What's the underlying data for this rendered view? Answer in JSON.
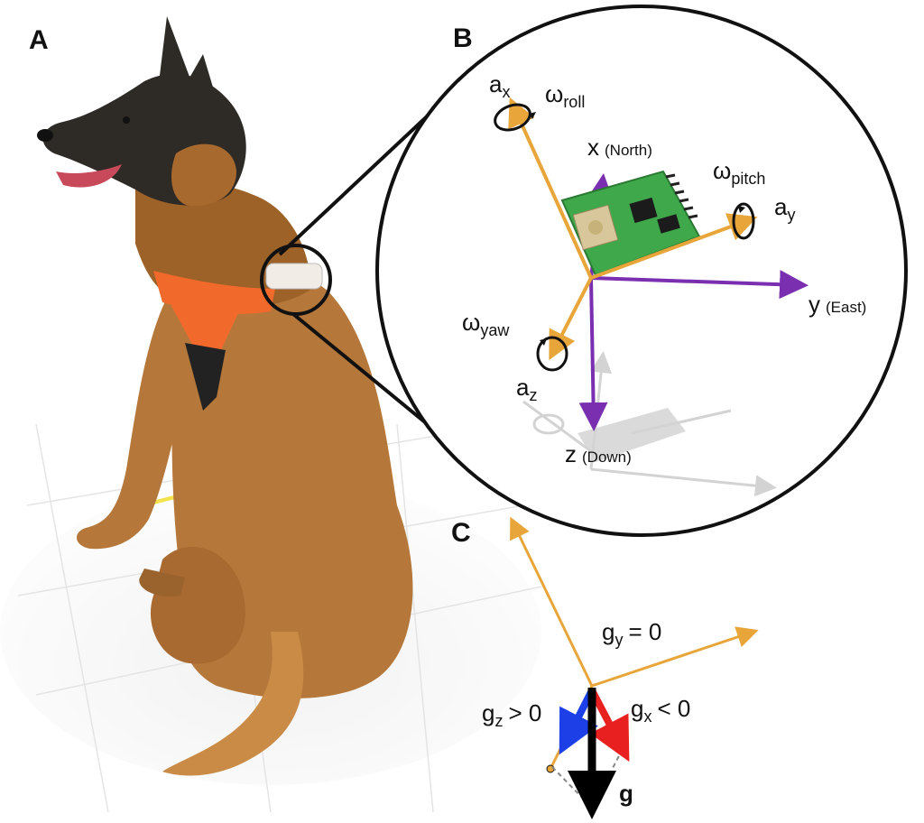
{
  "panels": {
    "a": "A",
    "b": "B",
    "c": "C"
  },
  "panel_b": {
    "ax_sym": "a",
    "ax_sub": "x",
    "ay_sym": "a",
    "ay_sub": "y",
    "az_sym": "a",
    "az_sub": "z",
    "w_roll_sym": "ω",
    "w_roll_sub": "roll",
    "w_pitch_sym": "ω",
    "w_pitch_sub": "pitch",
    "w_yaw_sym": "ω",
    "w_yaw_sub": "yaw",
    "x_axis_letter": "x",
    "x_axis_dir": "(North)",
    "y_axis_letter": "y",
    "y_axis_dir": "(East)",
    "z_axis_letter": "z",
    "z_axis_dir": "(Down)"
  },
  "panel_c": {
    "gy_sym": "g",
    "gy_sub": "y",
    "gy_rel": "= 0",
    "gz_sym": "g",
    "gz_sub": "z",
    "gz_rel": "> 0",
    "gx_sym": "g",
    "gx_sub": "x",
    "gx_rel": "< 0",
    "g_label": "g"
  },
  "colors": {
    "sensor_axis": "#e8a53a",
    "earth_axis": "#7a2fb0",
    "g_vector": "#000000",
    "gz_vector": "#1d3fe8",
    "gx_vector": "#e82020",
    "harness": "#f26a2b",
    "dog_fur": "#b5783a",
    "pcb": "#3ea84a"
  },
  "icons": {
    "photo": "dog-with-imu-harness",
    "sensor": "imu-circuit-board"
  }
}
